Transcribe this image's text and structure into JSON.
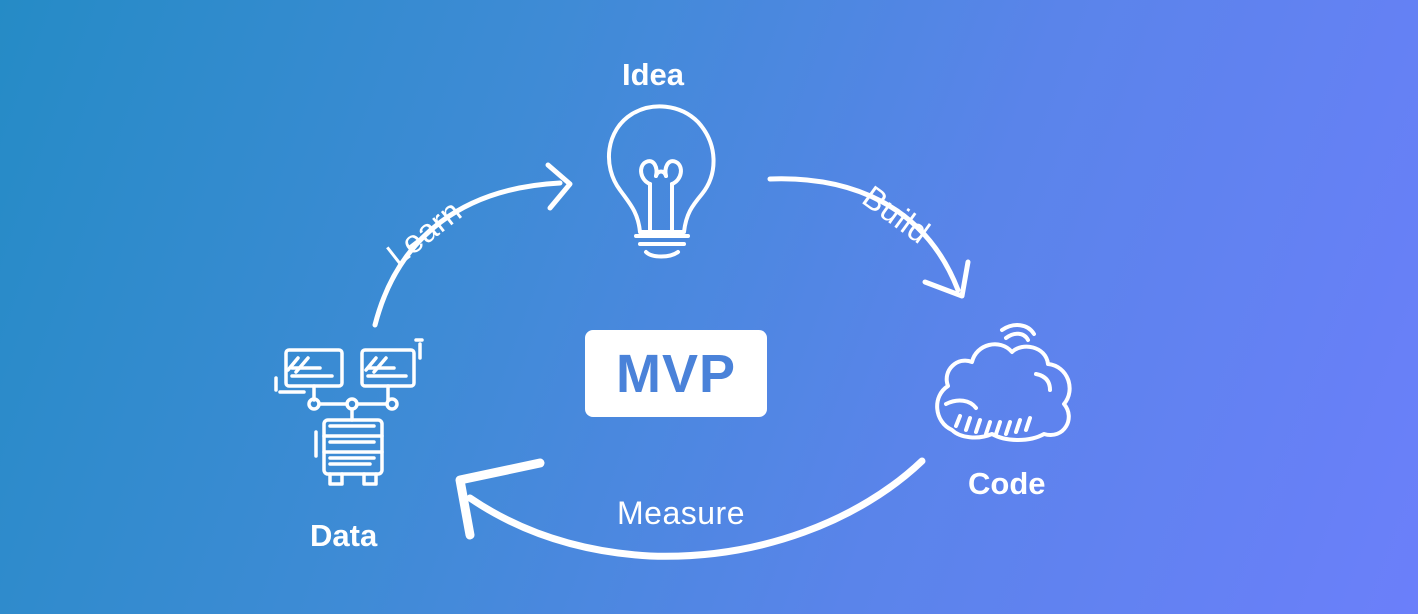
{
  "center": {
    "label": "MVP"
  },
  "nodes": {
    "idea": {
      "label": "Idea",
      "icon": "lightbulb-icon"
    },
    "code": {
      "label": "Code",
      "icon": "cloud-icon"
    },
    "data": {
      "label": "Data",
      "icon": "network-database-icon"
    }
  },
  "edges": {
    "build": {
      "label": "Build"
    },
    "measure": {
      "label": "Measure"
    },
    "learn": {
      "label": "Learn"
    }
  },
  "colors": {
    "gradient_start": "#258bc6",
    "gradient_end": "#6b7ffa",
    "foreground": "#ffffff",
    "mvp_text": "#4a82d9"
  }
}
